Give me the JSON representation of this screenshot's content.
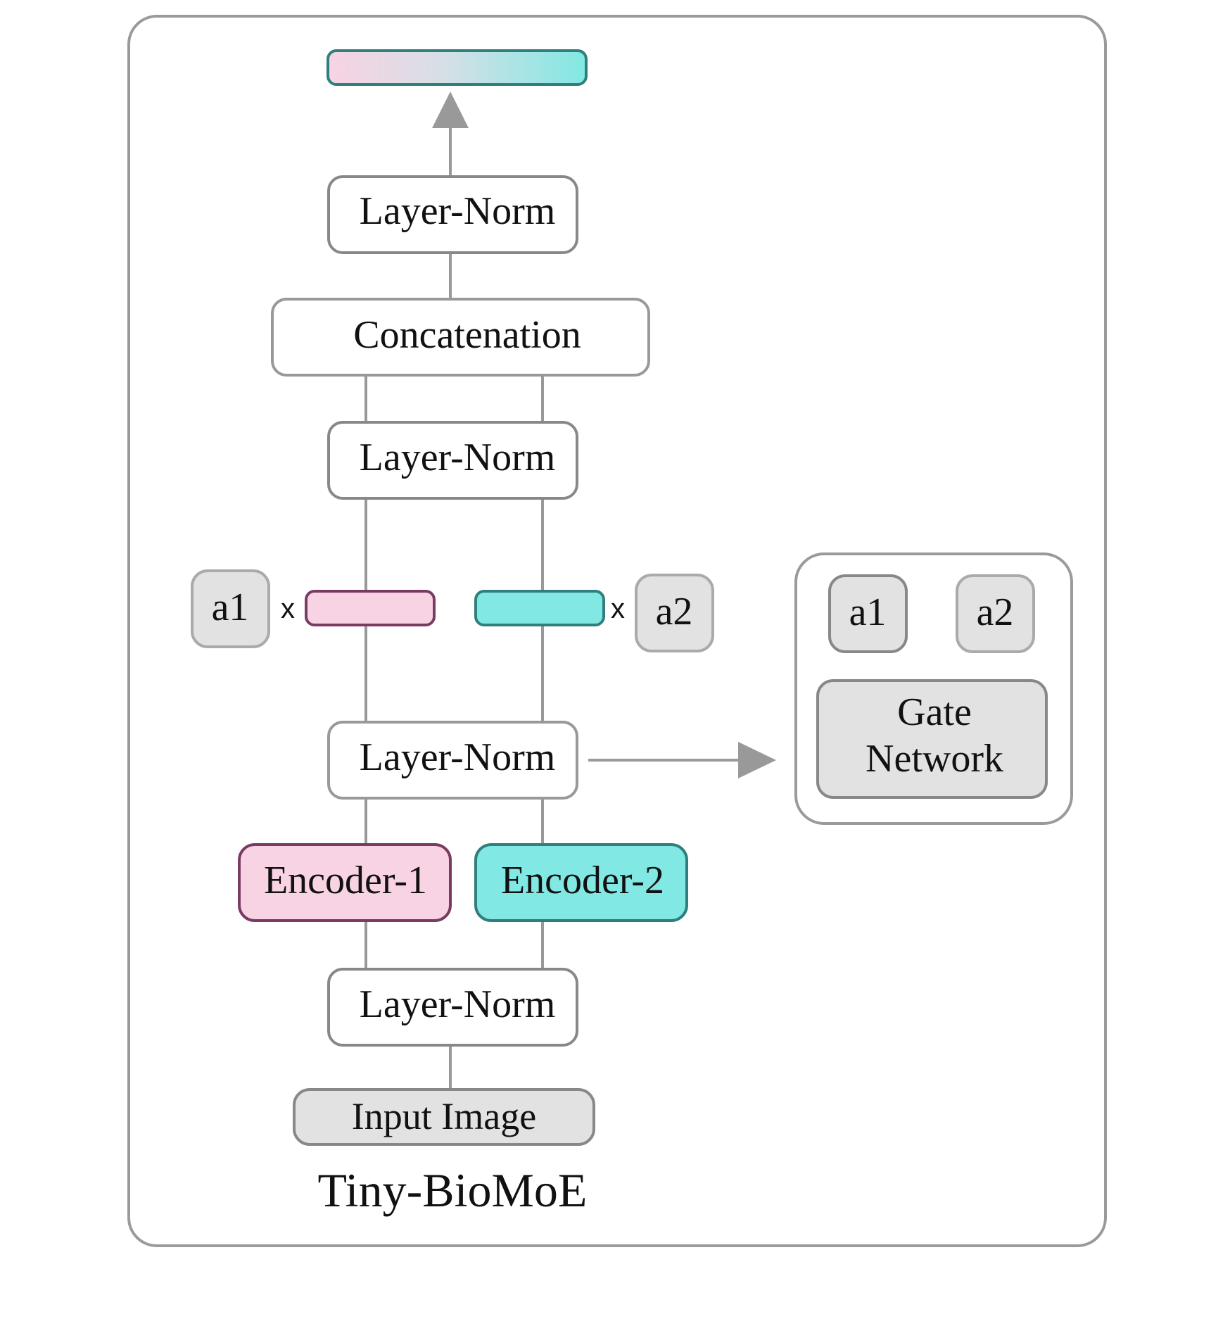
{
  "title": "Tiny-BioMoE",
  "nodes": {
    "layer_norm_top": "Layer-Norm",
    "concatenation": "Concatenation",
    "layer_norm_after_gate": "Layer-Norm",
    "layer_norm_mid": "Layer-Norm",
    "encoder_1": "Encoder-1",
    "encoder_2": "Encoder-2",
    "layer_norm_input": "Layer-Norm",
    "input_image": "Input Image"
  },
  "weights": {
    "a1": "a1",
    "a2": "a2",
    "multiply": "x"
  },
  "gate": {
    "line1": "Gate",
    "line2": "Network",
    "a1": "a1",
    "a2": "a2"
  },
  "colors": {
    "encoder_1_fill": "#f8d3e3",
    "encoder_1_stroke": "#7a3b63",
    "encoder_2_fill": "#82e8e3",
    "encoder_2_stroke": "#2f7f7c",
    "neutral_fill": "#e2e2e2",
    "line": "#999999",
    "box_stroke": "#888888"
  }
}
